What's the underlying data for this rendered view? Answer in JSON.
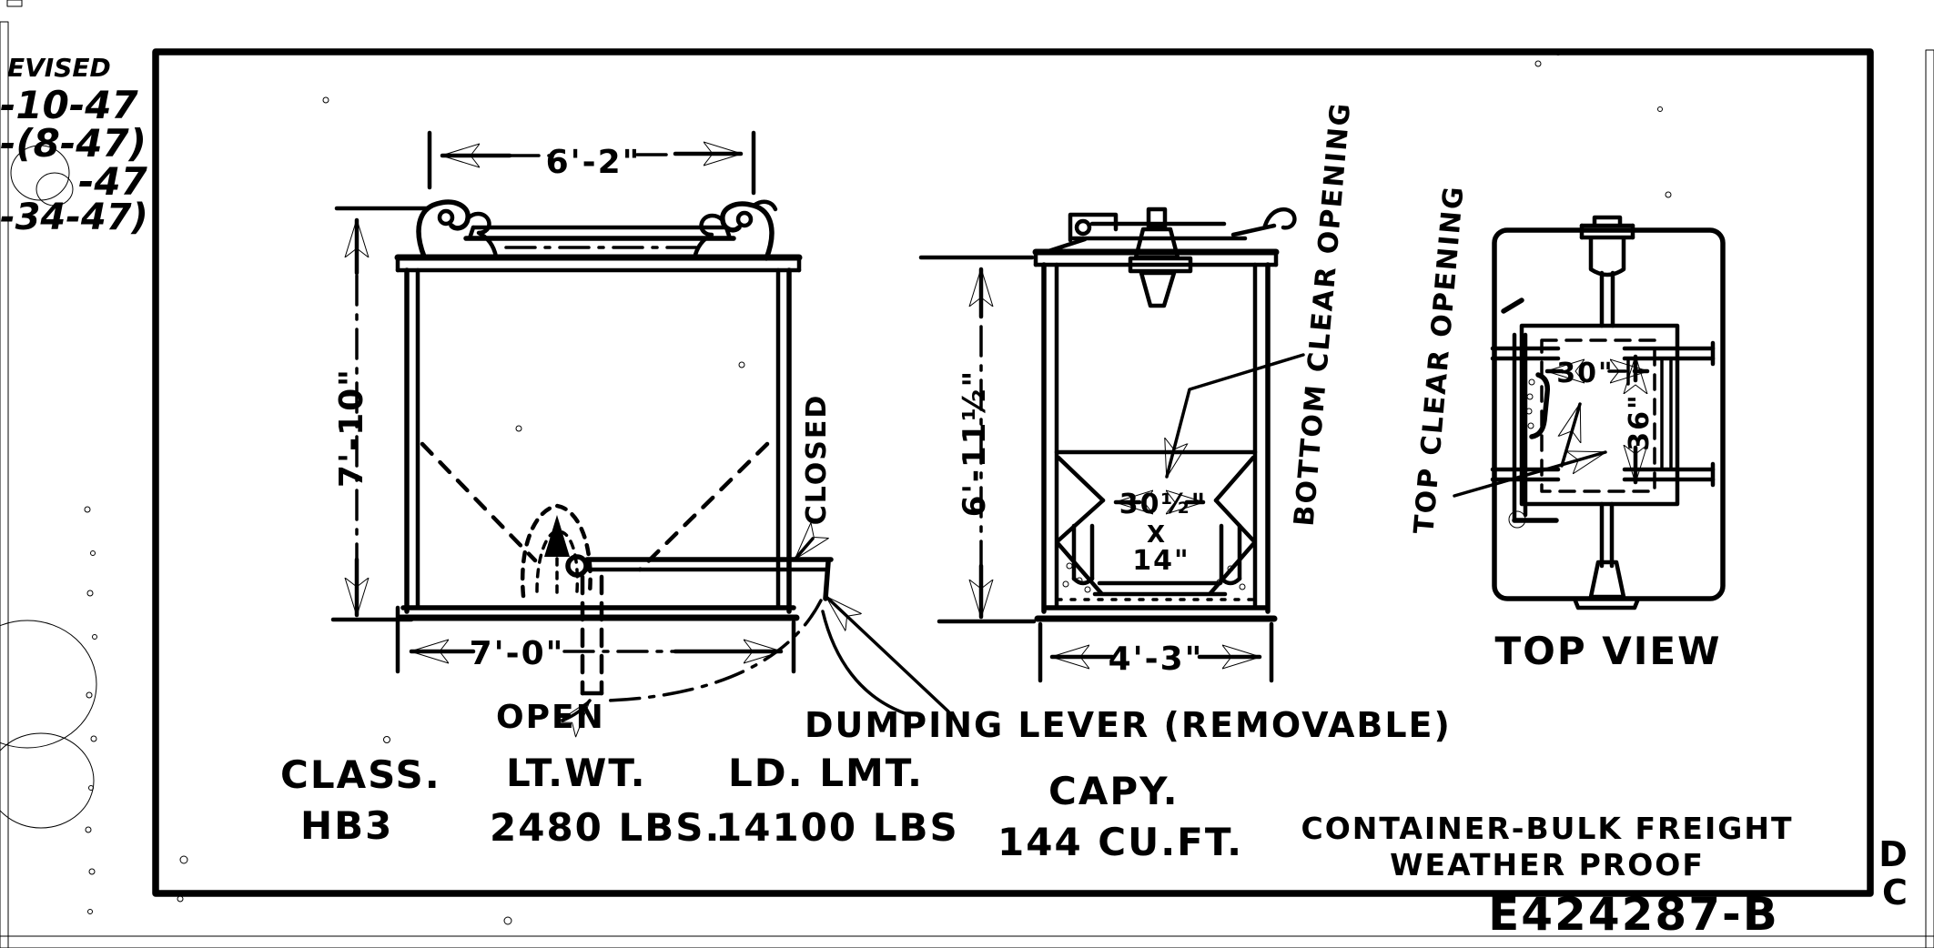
{
  "revision_block": {
    "title": "EVISED",
    "rev1": "-10-47",
    "rev2": "-(8-47)",
    "rev3": "-47",
    "rev4": "-34-47)"
  },
  "front_view": {
    "dim_top_width": "6'-2\"",
    "dim_height": "7'-10\"",
    "dim_bottom_width": "7'-0\"",
    "lever_closed_label": "CLOSED",
    "lever_open_label": "OPEN"
  },
  "side_view": {
    "dim_height": "6'-11½\"",
    "dim_bottom_width": "4'-3\"",
    "opening_width": "30½\"",
    "opening_by": "X",
    "opening_depth": "14\"",
    "bottom_opening_label": "BOTTOM CLEAR OPENING"
  },
  "top_view": {
    "top_opening_label": "TOP CLEAR OPENING",
    "dim_width": "30\"",
    "dim_depth": "36\"",
    "caption": "TOP VIEW"
  },
  "annotations": {
    "dumping_lever": "DUMPING LEVER (REMOVABLE)"
  },
  "spec_table": {
    "columns": [
      {
        "label": "CLASS.",
        "value": "HB3"
      },
      {
        "label": "LT.WT.",
        "value": "2480 LBS."
      },
      {
        "label": "LD. LMT.",
        "value": "14100 LBS"
      },
      {
        "label": "CAPY.",
        "value": "144 CU.FT."
      }
    ]
  },
  "title_block": {
    "title_line1": "CONTAINER-BULK FREIGHT",
    "title_line2": "WEATHER PROOF",
    "drawing_number": "E424287-B",
    "margin_letter_top": "D",
    "margin_letter_bottom": "C"
  },
  "ink_color": "#000000",
  "paper_color": "#ffffff"
}
